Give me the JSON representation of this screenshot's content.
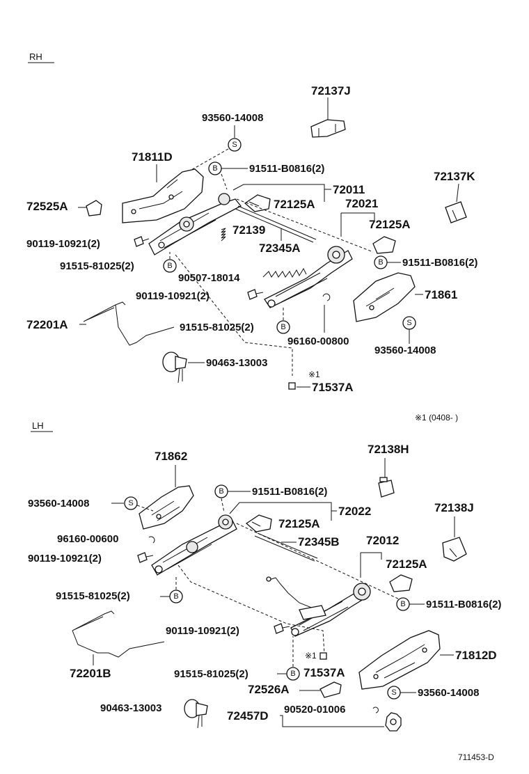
{
  "sections": {
    "rh": "RH",
    "lh": "LH"
  },
  "rh_labels": {
    "p72137J": "72137J",
    "p93560_14008_a": "93560-14008",
    "p71811D": "71811D",
    "p91511_B0816_a": "91511-B0816(2)",
    "p72137K": "72137K",
    "p72011": "72011",
    "p72525A": "72525A",
    "p72125A_a": "72125A",
    "p72021": "72021",
    "p72139": "72139",
    "p72125A_b": "72125A",
    "p90119_10921_a": "90119-10921(2)",
    "p72345A": "72345A",
    "p91515_81025_a": "91515-81025(2)",
    "p91511_B0816_b": "91511-B0816(2)",
    "p90507_18014": "90507-18014",
    "p90119_10921_b": "90119-10921(2)",
    "p71861": "71861",
    "p72201A": "72201A",
    "p91515_81025_b": "91515-81025(2)",
    "p96160_00800": "96160-00800",
    "p93560_14008_b": "93560-14008",
    "p90463_13003": "90463-13003",
    "p71537A": "71537A",
    "mark1": "※1"
  },
  "footnote": "※1 (0408-      )",
  "lh_labels": {
    "p71862": "71862",
    "p72138H": "72138H",
    "p91511_B0816_a": "91511-B0816(2)",
    "p93560_14008_a": "93560-14008",
    "p72022": "72022",
    "p72138J": "72138J",
    "p72125A_a": "72125A",
    "p96160_00600": "96160-00600",
    "p72345B": "72345B",
    "p72012": "72012",
    "p90119_10921_a": "90119-10921(2)",
    "p72125A_b": "72125A",
    "p91515_81025_a": "91515-81025(2)",
    "p91511_B0816_b": "91511-B0816(2)",
    "p90119_10921_b": "90119-10921(2)",
    "p71812D": "71812D",
    "mark1": "※1",
    "p72201B": "72201B",
    "p91515_81025_b": "91515-81025(2)",
    "p71537A": "71537A",
    "p72526A": "72526A",
    "p93560_14008_b": "93560-14008",
    "p90463_13003": "90463-13003",
    "p90520_01006": "90520-01006",
    "p72457D": "72457D"
  },
  "symbols": {
    "screw": "S",
    "bolt": "B"
  },
  "diagram_id": "711453-D"
}
